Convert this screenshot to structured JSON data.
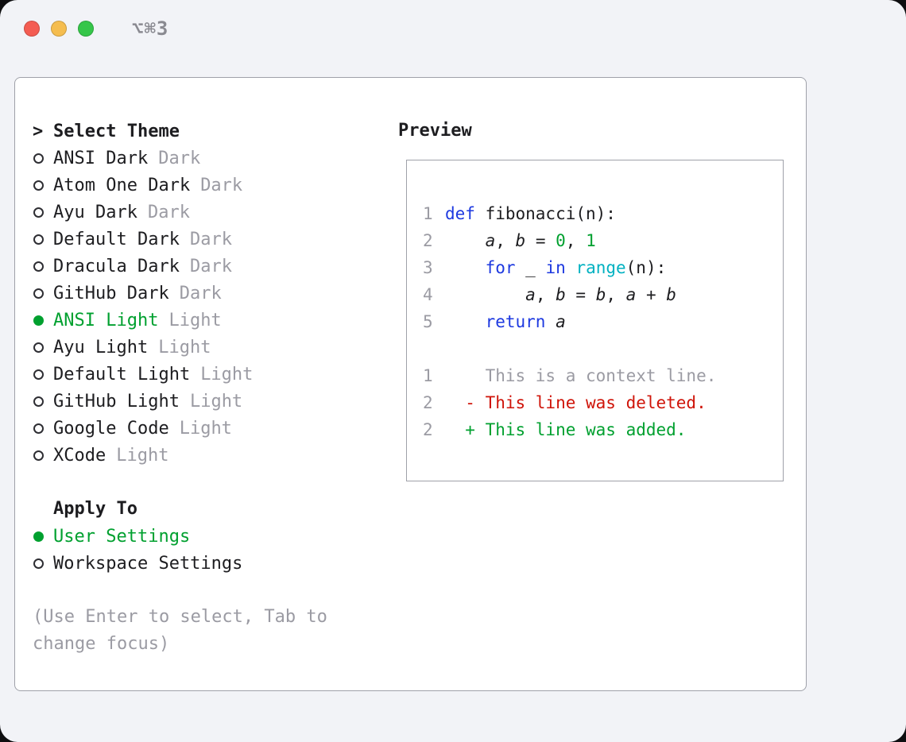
{
  "window": {
    "shortcut": "⌥⌘3"
  },
  "colors": {
    "accent_green": "#00a02f",
    "keyword_blue": "#1d39e0",
    "function_cyan": "#00b1c1",
    "deleted_red": "#cf1409",
    "muted_gray": "#9b9ba3",
    "text_dark": "#1d1d20"
  },
  "theme_panel": {
    "prompt": ">",
    "title": "Select Theme",
    "themes": [
      {
        "name": "ANSI Dark",
        "tag": "Dark",
        "selected": false
      },
      {
        "name": "Atom One Dark",
        "tag": "Dark",
        "selected": false
      },
      {
        "name": "Ayu Dark",
        "tag": "Dark",
        "selected": false
      },
      {
        "name": "Default Dark",
        "tag": "Dark",
        "selected": false
      },
      {
        "name": "Dracula Dark",
        "tag": "Dark",
        "selected": false
      },
      {
        "name": "GitHub Dark",
        "tag": "Dark",
        "selected": false
      },
      {
        "name": "ANSI Light",
        "tag": "Light",
        "selected": true
      },
      {
        "name": "Ayu Light",
        "tag": "Light",
        "selected": false
      },
      {
        "name": "Default Light",
        "tag": "Light",
        "selected": false
      },
      {
        "name": "GitHub Light",
        "tag": "Light",
        "selected": false
      },
      {
        "name": "Google Code",
        "tag": "Light",
        "selected": false
      },
      {
        "name": "XCode",
        "tag": "Light",
        "selected": false
      }
    ],
    "apply_to": {
      "title": "Apply To",
      "options": [
        {
          "name": "User Settings",
          "selected": true
        },
        {
          "name": "Workspace Settings",
          "selected": false
        }
      ]
    },
    "help": "(Use Enter to select, Tab to change focus)"
  },
  "preview": {
    "title": "Preview",
    "lines": [
      {
        "num": "1",
        "tokens": [
          {
            "t": "def ",
            "c": "kw"
          },
          {
            "t": "fibonacci(n):",
            "c": "plain"
          }
        ]
      },
      {
        "num": "2",
        "tokens": [
          {
            "t": "    ",
            "c": "plain"
          },
          {
            "t": "a",
            "c": "var"
          },
          {
            "t": ", ",
            "c": "plain"
          },
          {
            "t": "b",
            "c": "var"
          },
          {
            "t": " = ",
            "c": "plain"
          },
          {
            "t": "0",
            "c": "num"
          },
          {
            "t": ", ",
            "c": "plain"
          },
          {
            "t": "1",
            "c": "num"
          }
        ]
      },
      {
        "num": "3",
        "tokens": [
          {
            "t": "    ",
            "c": "plain"
          },
          {
            "t": "for",
            "c": "kw"
          },
          {
            "t": " ",
            "c": "plain"
          },
          {
            "t": "_",
            "c": "var"
          },
          {
            "t": " ",
            "c": "plain"
          },
          {
            "t": "in",
            "c": "kw"
          },
          {
            "t": " ",
            "c": "plain"
          },
          {
            "t": "range",
            "c": "fn"
          },
          {
            "t": "(n):",
            "c": "plain"
          }
        ]
      },
      {
        "num": "4",
        "tokens": [
          {
            "t": "        ",
            "c": "plain"
          },
          {
            "t": "a",
            "c": "var"
          },
          {
            "t": ", ",
            "c": "plain"
          },
          {
            "t": "b",
            "c": "var"
          },
          {
            "t": " = ",
            "c": "plain"
          },
          {
            "t": "b",
            "c": "var"
          },
          {
            "t": ", ",
            "c": "plain"
          },
          {
            "t": "a",
            "c": "var"
          },
          {
            "t": " + ",
            "c": "plain"
          },
          {
            "t": "b",
            "c": "var"
          }
        ]
      },
      {
        "num": "5",
        "tokens": [
          {
            "t": "    ",
            "c": "plain"
          },
          {
            "t": "return",
            "c": "kw"
          },
          {
            "t": " ",
            "c": "plain"
          },
          {
            "t": "a",
            "c": "var"
          }
        ]
      },
      {
        "spacer": true
      },
      {
        "num": "1",
        "tokens": [
          {
            "t": "    This is a context line.",
            "c": "ctx"
          }
        ]
      },
      {
        "num": "2",
        "tokens": [
          {
            "t": "  - This line was deleted.",
            "c": "del"
          }
        ]
      },
      {
        "num": "2",
        "tokens": [
          {
            "t": "  + This line was added.",
            "c": "add"
          }
        ]
      }
    ]
  }
}
